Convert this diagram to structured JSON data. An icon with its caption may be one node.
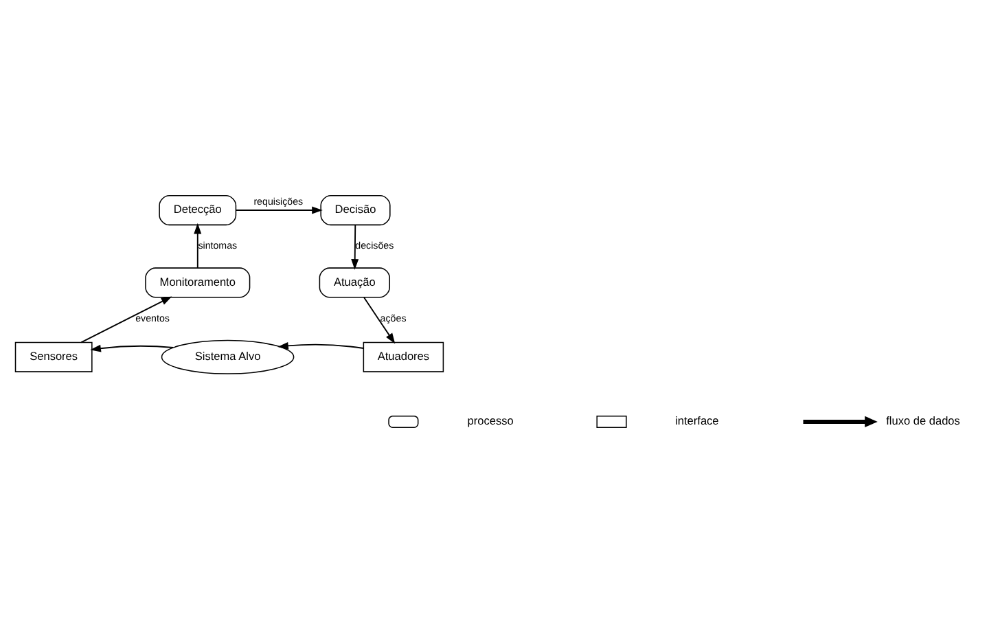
{
  "diagram": {
    "nodes": [
      {
        "text": [
          "Monitoramento"
        ]
      },
      {
        "text": [
          "Detecção"
        ]
      },
      {
        "text": [
          "Decisão"
        ]
      },
      {
        "text": [
          "Atuação"
        ]
      },
      {
        "text": [
          "Atuadores"
        ]
      },
      {
        "text": [
          "Sistema Alvo"
        ]
      },
      {
        "text": [
          "Sensores"
        ]
      }
    ],
    "edges": [
      {
        "from": 0,
        "to": 1,
        "arrow": "to",
        "label": "sintomas"
      },
      {
        "from": 1,
        "to": 2,
        "arrow": "to",
        "label": "requisições"
      },
      {
        "from": 2,
        "to": 3,
        "arrow": "to",
        "label": "decisões"
      },
      {
        "from": 3,
        "to": 4,
        "arrow": "to",
        "label": "ações"
      },
      {
        "from": 4,
        "to": 5,
        "arrow": "to"
      },
      {
        "from": 5,
        "to": 6,
        "arrow": "to"
      },
      {
        "from": 6,
        "to": 0,
        "arrow": "to",
        "label": "eventos"
      }
    ],
    "legend": [
      {
        "text": "processo"
      },
      {
        "text": "interface"
      },
      {
        "text": "fluxo de dados"
      }
    ]
  }
}
